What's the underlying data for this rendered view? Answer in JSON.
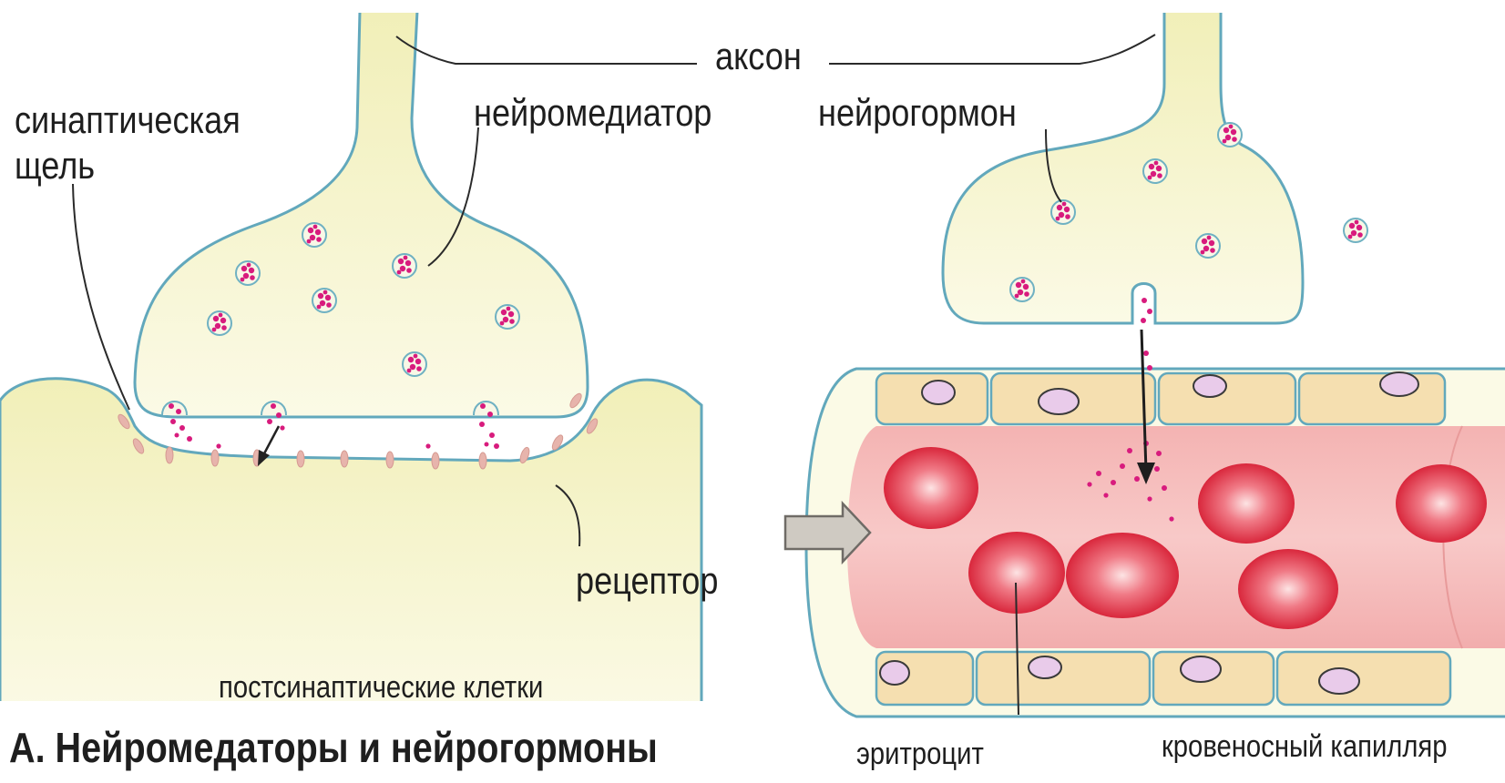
{
  "labels": {
    "axon": "аксон",
    "neurotransmitter": "нейромедиатор",
    "neurohormone": "нейрогормон",
    "synaptic_cleft_line1": "синаптическая",
    "synaptic_cleft_line2": "щель",
    "receptor": "рецептор",
    "postsynaptic_cells": "постсинаптические клетки",
    "erythrocyte": "эритроцит",
    "blood_capillary": "кровеносный капилляр"
  },
  "caption": "А. Нейромедаторы и нейрогормоны",
  "colors": {
    "cell_fill": "#f4f2c2",
    "membrane": "#62a8bc",
    "vesicle": "#d81b7d",
    "blood": "#f2b6b6",
    "erythrocyte": "#e23a4c",
    "endothelium": "#f5dfb0",
    "nucleus": "#e9cbea"
  }
}
